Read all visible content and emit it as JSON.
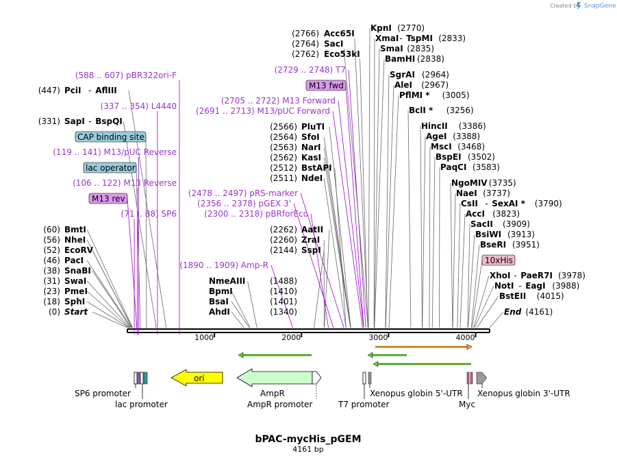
{
  "credit": {
    "prefix": "Created by",
    "brand": "SnapGene"
  },
  "title": "bPAC-mycHis_pGEM",
  "subtitle": "4161 bp",
  "colors": {
    "backbone": "#000000",
    "primer": "#9933cc",
    "primer_line": "#9900cc",
    "feature_ori": "#ffff00",
    "feature_ampr": "#ccffcc",
    "feature_lac": "#339999",
    "feature_cap": "#66cccc",
    "feature_grey": "#999999",
    "feature_myc": "#cc6699",
    "cap_box": "#99ccdd",
    "lac_box": "#99ccdd",
    "m13_box": "#dd99ee",
    "tenxhis_box": "#eebbcc",
    "arrow_green": "#66cc33",
    "arrow_orange": "#ff9933"
  },
  "axis_ticks": [
    "1000",
    "2000",
    "3000",
    "4000"
  ],
  "sites_left": [
    {
      "pos": "(447)",
      "name": "PciI",
      "name2": "AflIII"
    },
    {
      "pos": "(331)",
      "name": "SapI",
      "name2": "BspQI"
    },
    {
      "pos": "(60)",
      "name": "BmtI"
    },
    {
      "pos": "(56)",
      "name": "NheI"
    },
    {
      "pos": "(52)",
      "name": "EcoRV"
    },
    {
      "pos": "(46)",
      "name": "PacI"
    },
    {
      "pos": "(38)",
      "name": "SnaBI"
    },
    {
      "pos": "(31)",
      "name": "SwaI"
    },
    {
      "pos": "(23)",
      "name": "PmeI"
    },
    {
      "pos": "(18)",
      "name": "SphI"
    },
    {
      "pos": "(0)",
      "name": "Start"
    }
  ],
  "primers_left": [
    {
      "pos": "(588 .. 607)",
      "name": "pBR322ori-F"
    },
    {
      "pos": "(337 .. 354)",
      "name": "L4440"
    },
    {
      "pos": "(119 .. 141)",
      "name": "M13/pUC Reverse"
    },
    {
      "pos": "(106 .. 122)",
      "name": "M13 Reverse"
    },
    {
      "pos": "(71 .. 88)",
      "name": "SP6"
    }
  ],
  "boxes": {
    "cap": "CAP binding site",
    "lac": "lac operator",
    "m13rev": "M13 rev",
    "m13fwd": "M13 fwd",
    "his": "10xHis"
  },
  "sites_mid": [
    {
      "pos": "(2566)",
      "name": "PluTI"
    },
    {
      "pos": "(2564)",
      "name": "SfoI"
    },
    {
      "pos": "(2563)",
      "name": "NarI"
    },
    {
      "pos": "(2562)",
      "name": "KasI"
    },
    {
      "pos": "(2512)",
      "name": "BstAPI"
    },
    {
      "pos": "(2511)",
      "name": "NdeI"
    },
    {
      "pos": "(2262)",
      "name": "AatII"
    },
    {
      "pos": "(2260)",
      "name": "ZraI"
    },
    {
      "pos": "(2144)",
      "name": "SspI"
    },
    {
      "pos": "(1488)",
      "name": "NmeAIII"
    },
    {
      "pos": "(1410)",
      "name": "BpmI"
    },
    {
      "pos": "(1401)",
      "name": "BsaI"
    },
    {
      "pos": "(1340)",
      "name": "AhdI"
    }
  ],
  "primers_mid": [
    {
      "pos": "(2729 .. 2748)",
      "name": "T7"
    },
    {
      "pos": "(2705 .. 2722)",
      "name": "M13 Forward"
    },
    {
      "pos": "(2691 .. 2713)",
      "name": "M13/pUC Forward"
    },
    {
      "pos": "(2478 .. 2497)",
      "name": "pRS-marker"
    },
    {
      "pos": "(2356 .. 2378)",
      "name": "pGEX 3'"
    },
    {
      "pos": "(2300 .. 2318)",
      "name": "pBRforEco"
    },
    {
      "pos": "(1890 .. 1909)",
      "name": "Amp-R"
    }
  ],
  "sites_top_left": [
    {
      "pos": "(2766)",
      "name": "Acc65I"
    },
    {
      "pos": "(2764)",
      "name": "SacI"
    },
    {
      "pos": "(2762)",
      "name": "Eco53kI"
    }
  ],
  "sites_right": [
    {
      "name": "KpnI",
      "pos": "(2770)"
    },
    {
      "name": "XmaI",
      "name2": "TspMI",
      "pos": "(2833)"
    },
    {
      "name": "SmaI",
      "pos": "(2835)"
    },
    {
      "name": "BamHI",
      "pos": "(2838)"
    },
    {
      "name": "SgrAI",
      "pos": "(2964)"
    },
    {
      "name": "AleI",
      "pos": "(2967)"
    },
    {
      "name": "PflMI *",
      "pos": "(3005)"
    },
    {
      "name": "BclI *",
      "pos": "(3256)"
    },
    {
      "name": "HincII",
      "pos": "(3386)"
    },
    {
      "name": "AgeI",
      "pos": "(3388)"
    },
    {
      "name": "MscI",
      "pos": "(3468)"
    },
    {
      "name": "BspEI",
      "pos": "(3502)"
    },
    {
      "name": "PaqCI",
      "pos": "(3583)"
    },
    {
      "name": "NgoMIV",
      "pos": "(3735)"
    },
    {
      "name": "NaeI",
      "pos": "(3737)"
    },
    {
      "name": "CsII",
      "name2": "SexAI *",
      "pos": "(3790)"
    },
    {
      "name": "AccI",
      "pos": "(3823)"
    },
    {
      "name": "SacII",
      "pos": "(3909)"
    },
    {
      "name": "BsiWI",
      "pos": "(3913)"
    },
    {
      "name": "BseRI",
      "pos": "(3951)"
    },
    {
      "name": "XhoI",
      "name2": "PaeR7I",
      "pos": "(3978)"
    },
    {
      "name": "NotI",
      "name2": "EagI",
      "pos": "(3988)"
    },
    {
      "name": "BstEII",
      "pos": "(4015)"
    },
    {
      "name": "End",
      "pos": "(4161)"
    }
  ],
  "features": {
    "sp6": "SP6 promoter",
    "lac": "lac promoter",
    "ori": "ori",
    "ampr": "AmpR",
    "ampr_prom": "AmpR promoter",
    "t7": "T7 promoter",
    "xg5": "Xenopus globin 5'-UTR",
    "myc": "Myc",
    "xg3": "Xenopus globin 3'-UTR"
  }
}
